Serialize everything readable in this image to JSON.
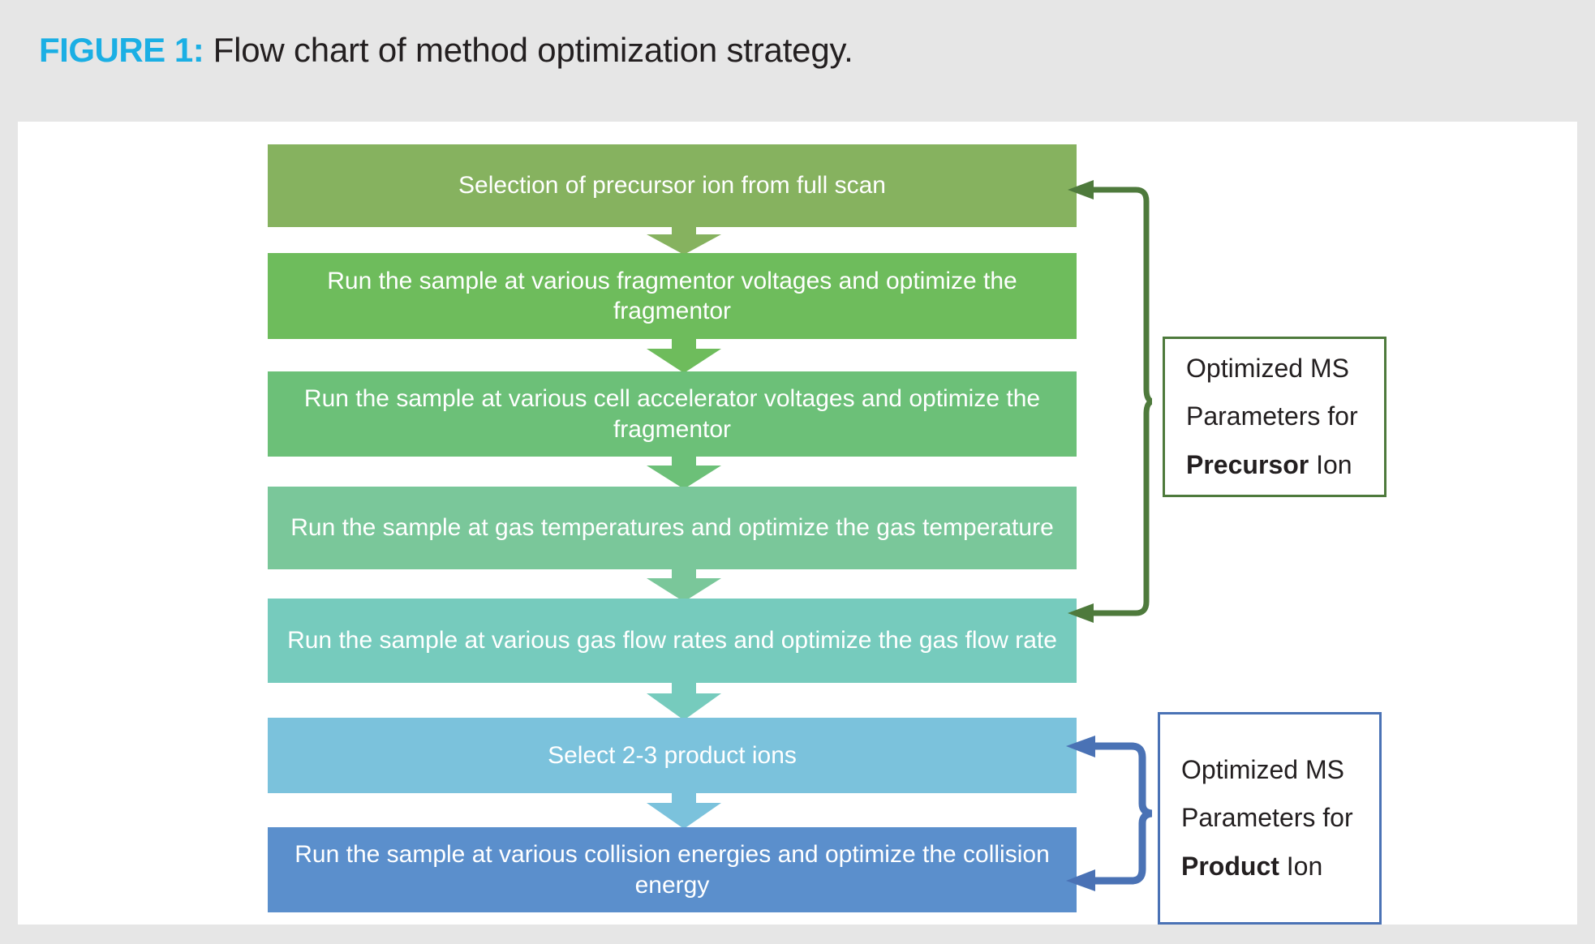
{
  "figure": {
    "label": "FIGURE 1:",
    "title": " Flow chart of method optimization strategy.",
    "label_color": "#1bafe4",
    "header_bg": "#e6e6e6",
    "panel_bg": "#ffffff"
  },
  "flow": {
    "steps": [
      {
        "id": "selection-precursor-ion",
        "text": "Selection of precursor ion from full scan",
        "color": "#86b25f"
      },
      {
        "id": "fragmentor-voltages",
        "text": "Run the sample at various fragmentor voltages and optimize the fragmentor",
        "color": "#6ebc5c"
      },
      {
        "id": "cell-accelerator-voltages",
        "text": "Run the sample at various cell accelerator voltages and optimize the fragmentor",
        "color": "#6cc078"
      },
      {
        "id": "gas-temperatures",
        "text": "Run the sample at gas temperatures and optimize the gas temperature",
        "color": "#7ac79a"
      },
      {
        "id": "gas-flow-rates",
        "text": "Run the sample at various gas flow rates and optimize the gas flow rate",
        "color": "#76cbbd"
      },
      {
        "id": "select-product-ions",
        "text": "Select 2-3 product ions",
        "color": "#7bc2dc"
      },
      {
        "id": "collision-energies",
        "text": "Run the sample at various collision energies and optimize the collision energy",
        "color": "#5b8fcc"
      }
    ],
    "connector_colors": [
      "#86b25f",
      "#6ebc5c",
      "#6cc078",
      "#7ac79a",
      "#76cbbd",
      "#7bc2dc"
    ]
  },
  "callouts": [
    {
      "id": "precursor",
      "line1": "Optimized MS",
      "line2": "Parameters for",
      "line3_bold": "Precursor",
      "line3_rest": " Ion",
      "border_color": "#4e7a3c",
      "brace_color": "#4e7a3c"
    },
    {
      "id": "product",
      "line1": "Optimized MS",
      "line2": "Parameters for",
      "line3_bold": "Product",
      "line3_rest": " Ion",
      "border_color": "#4a72b5",
      "brace_color": "#4a72b5"
    }
  ]
}
